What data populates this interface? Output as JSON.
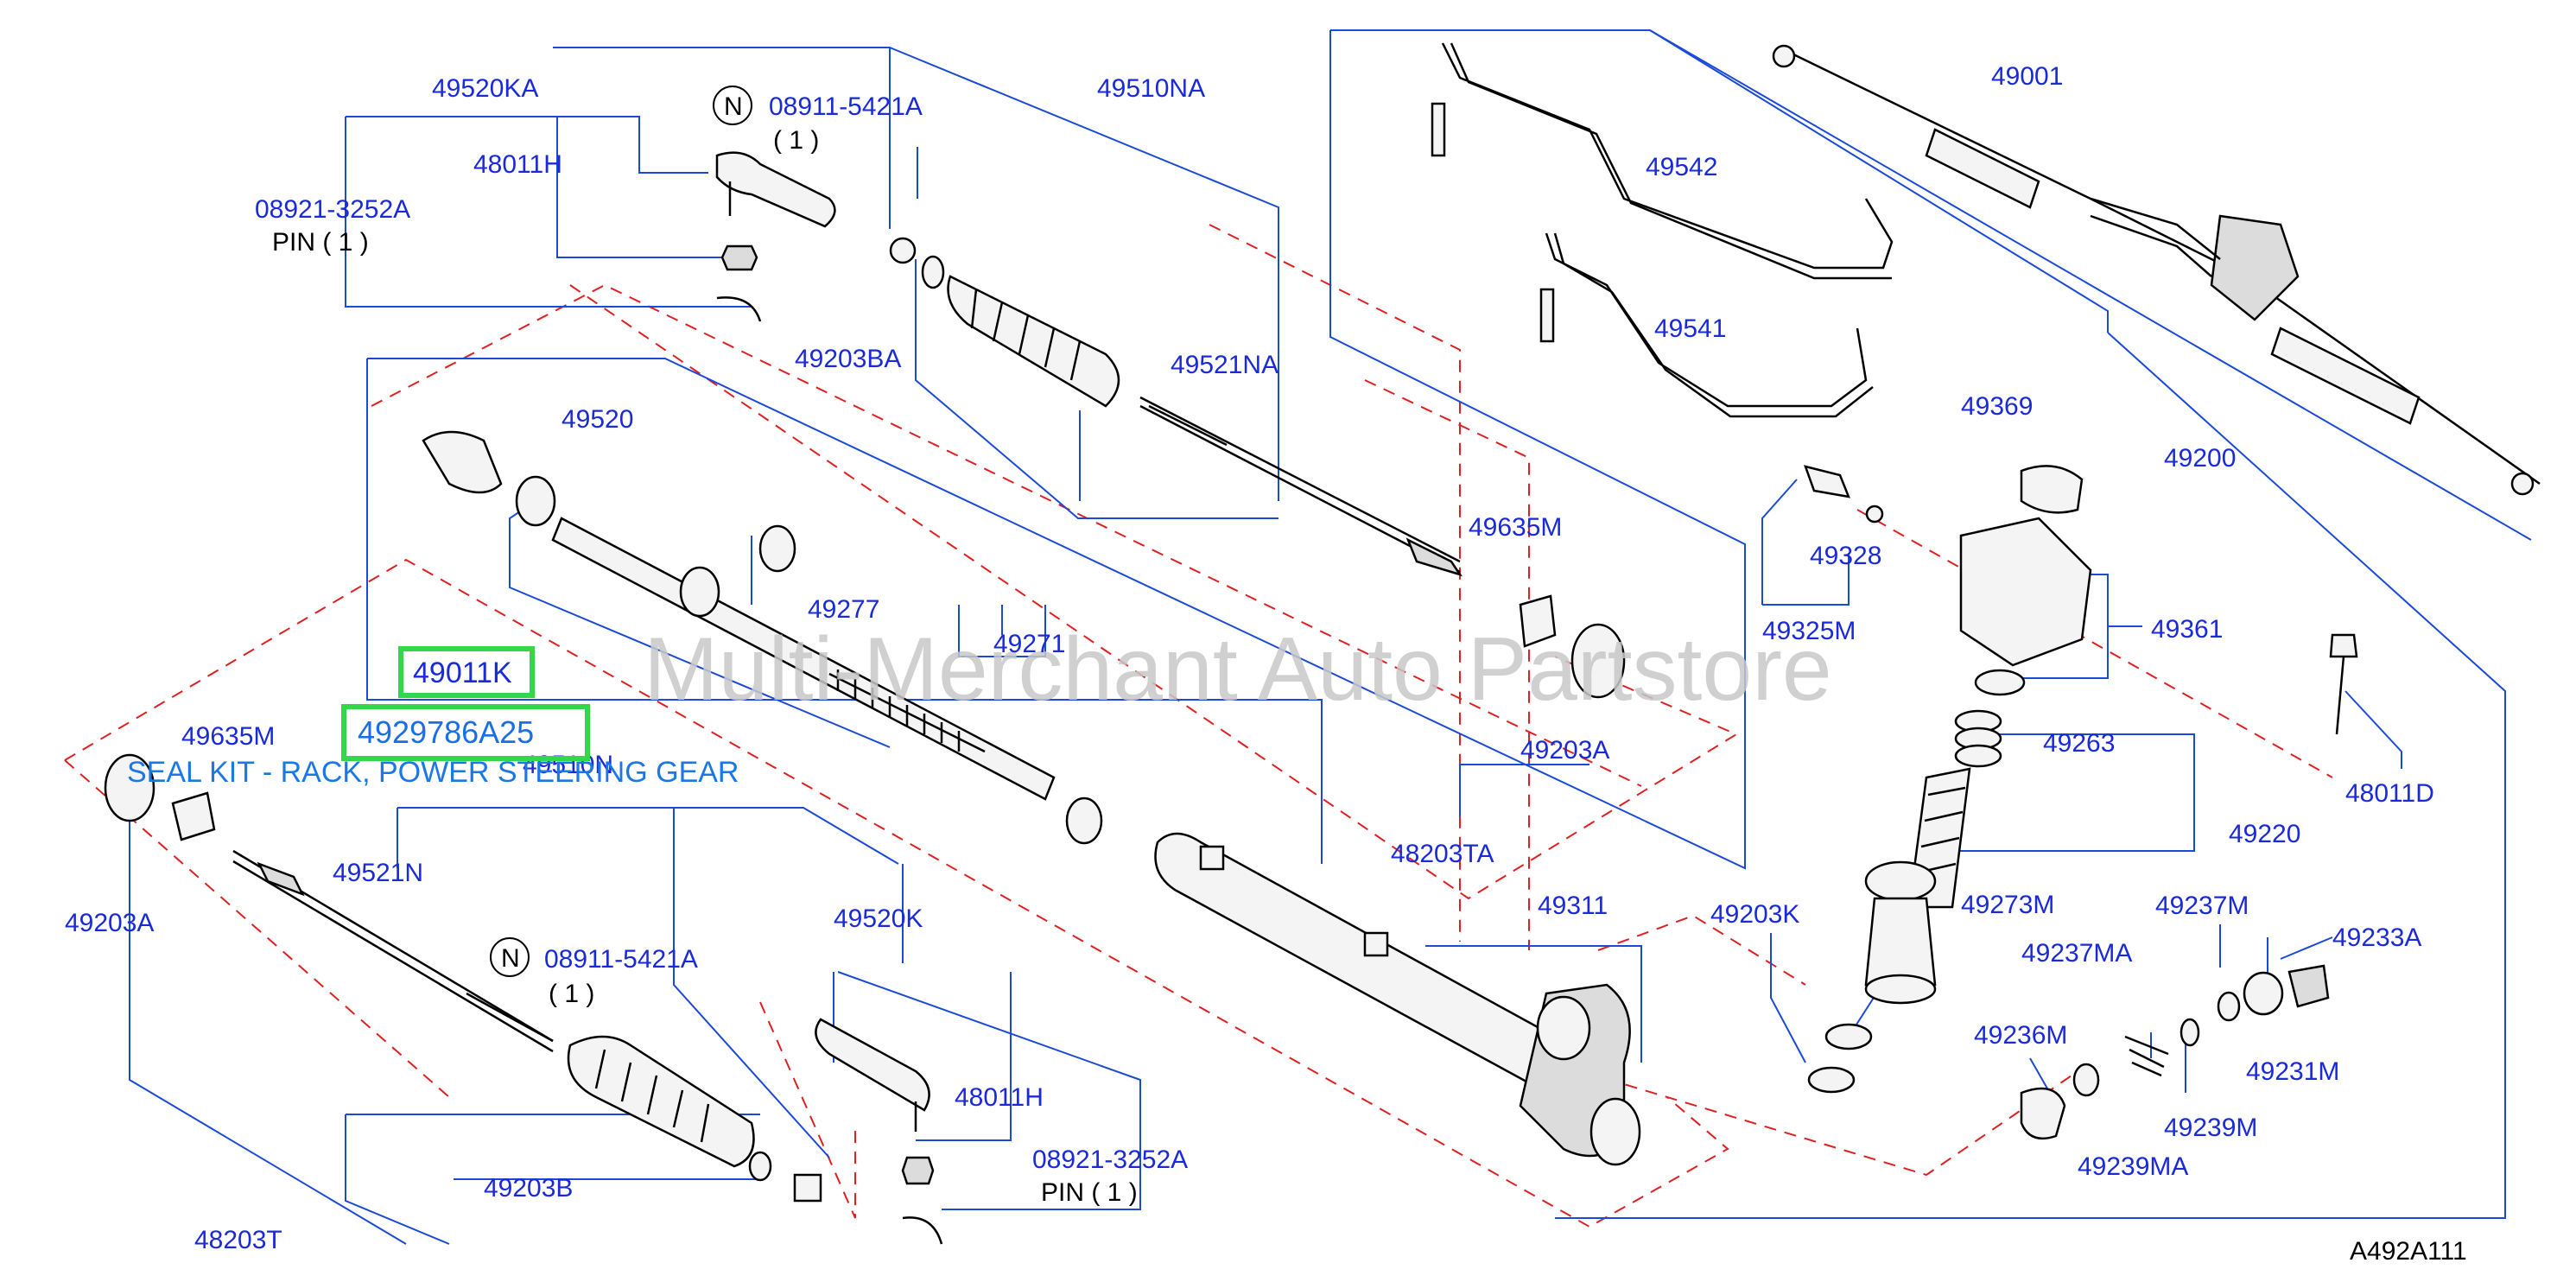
{
  "labels": {
    "p49520KA": "49520KA",
    "p08911_top": "08911-5421A",
    "p08911_top_qty": "( 1 )",
    "p48011H_top": "48011H",
    "p08921_top": "08921-3252A",
    "pin_top": "PIN ( 1 )",
    "p49510NA": "49510NA",
    "p49203BA": "49203BA",
    "p49521NA": "49521NA",
    "p49520": "49520",
    "p49277": "49277",
    "p49271": "49271",
    "p49635M_right": "49635M",
    "p49203A_right": "49203A",
    "p48203TA": "48203TA",
    "p49542": "49542",
    "p49541": "49541",
    "p49001": "49001",
    "p49369": "49369",
    "p49200": "49200",
    "p49328": "49328",
    "p49325M": "49325M",
    "p49361": "49361",
    "p49263": "49263",
    "p48011D": "48011D",
    "p49220": "49220",
    "p49635M_left": "49635M",
    "p49510N": "49510N",
    "p49203A_left": "49203A",
    "p49521N": "49521N",
    "p08911_bot": "08911-5421A",
    "p08911_bot_qty": "( 1 )",
    "p49520K": "49520K",
    "p48011H_bot": "48011H",
    "p08921_bot": "08921-3252A",
    "pin_bot": "PIN ( 1 )",
    "p49203B": "49203B",
    "p48203T": "48203T",
    "p49311": "49311",
    "p49203K": "49203K",
    "p49273M": "49273M",
    "p49237MA": "49237MA",
    "p49237M": "49237M",
    "p49233A": "49233A",
    "p49236M": "49236M",
    "p49231M": "49231M",
    "p49239M": "49239M",
    "p49239MA": "49239MA",
    "n_symbol": "N",
    "diagram_code": "A492A111"
  },
  "highlight": {
    "part_49011K": "49011K",
    "part_number": "4929786A25",
    "description": "SEAL KIT - RACK, POWER STEERING GEAR"
  },
  "watermark": "Multi-Merchant Auto Partstore",
  "colors": {
    "label": "#1a2ad8",
    "leader": "#1a4ad8",
    "dashed": "#e02020",
    "highlight_border": "#32d84a",
    "description": "#1a78e6"
  }
}
